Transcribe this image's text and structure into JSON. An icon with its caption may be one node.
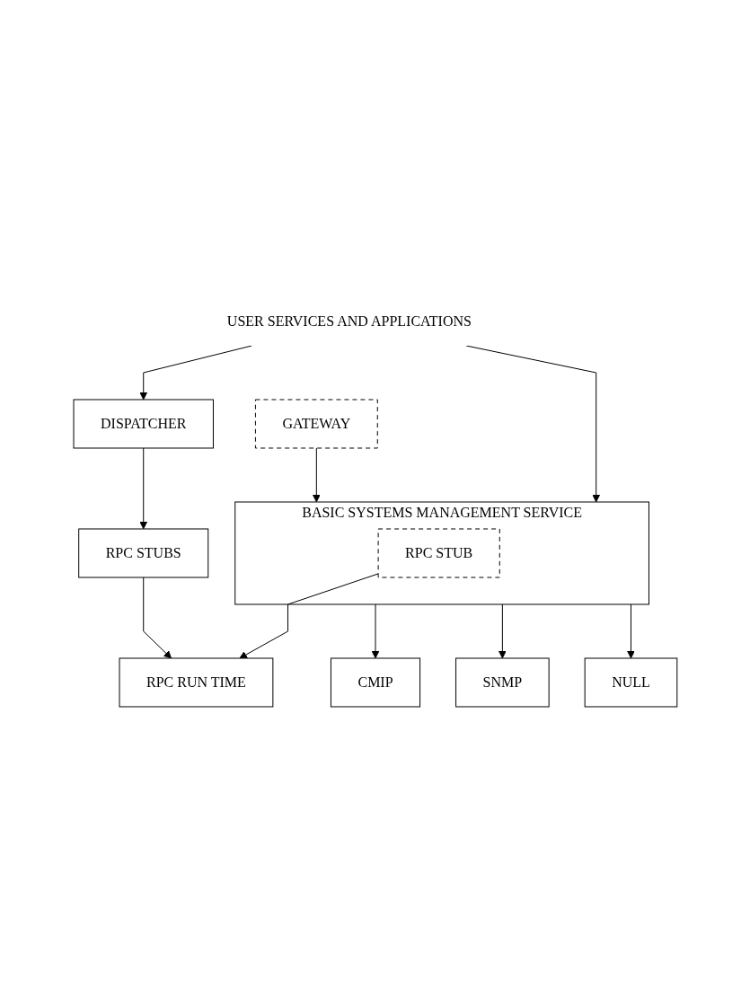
{
  "diagram": {
    "nodes": [
      {
        "text": [
          "USER SERVICES AND APPLICATIONS"
        ]
      },
      {
        "text": [
          "DISPATCHER"
        ]
      },
      {
        "text": [
          "GATEWAY"
        ]
      },
      {
        "text": [
          "BASIC SYSTEMS MANAGEMENT SERVICE"
        ]
      },
      {
        "text": [
          "RPC STUB"
        ],
        "in": 3
      },
      {
        "text": [
          "RPC STUBS"
        ]
      },
      {
        "text": [
          "CMIP"
        ]
      },
      {
        "text": [
          "SNMP"
        ]
      },
      {
        "text": [
          "NULL"
        ]
      },
      {
        "text": [
          "RPC RUN TIME"
        ]
      }
    ],
    "edges": [
      {
        "from": 0,
        "to": 3,
        "arrow": "to"
      },
      {
        "from": 0,
        "to": 1,
        "arrow": "to"
      },
      {
        "from": 2,
        "to": 3,
        "arrow": "to"
      },
      {
        "from": 1,
        "to": 5,
        "arrow": "to"
      },
      {
        "from": 3,
        "to": 6,
        "arrow": "to"
      },
      {
        "from": 3,
        "to": 7,
        "arrow": "to"
      },
      {
        "from": 3,
        "to": 8,
        "arrow": "to"
      },
      {
        "from": 4,
        "to": 9,
        "arrow": "to"
      },
      {
        "from": 5,
        "to": 9,
        "arrow": "to"
      }
    ]
  }
}
